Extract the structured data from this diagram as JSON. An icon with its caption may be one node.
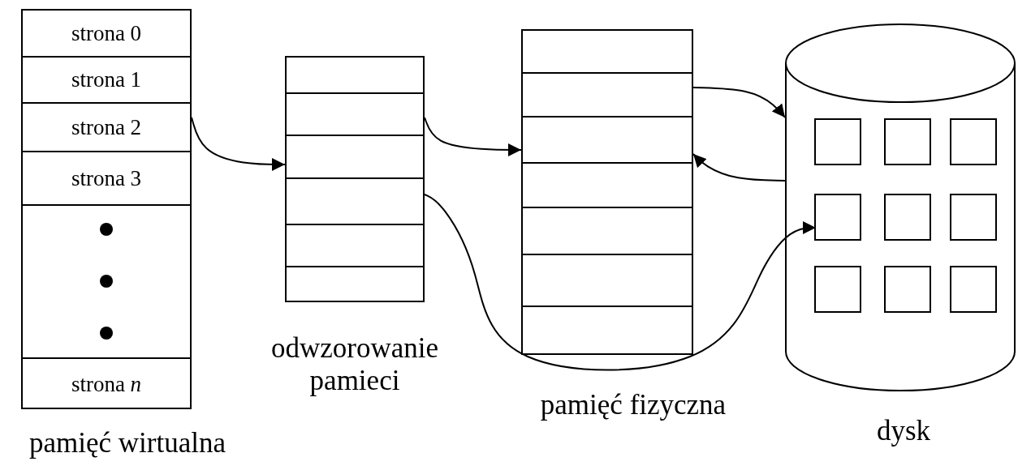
{
  "diagram": {
    "nodes": [
      {
        "text": [],
        "shape": "box",
        "beside": [
          "pamięć wirtualna"
        ]
      },
      {
        "text": [
          "strona 0"
        ],
        "in": 0
      },
      {
        "text": [
          "strona 1"
        ],
        "in": 0
      },
      {
        "text": [
          "strona 2"
        ],
        "in": 0
      },
      {
        "text": [
          "strona 3"
        ],
        "in": 0
      },
      {
        "text": [],
        "shape": "box",
        "in": 0
      },
      {
        "text": [
          "strona *n*"
        ],
        "in": 0
      },
      {
        "text": [],
        "shape": "box",
        "beside": [
          "odwzorowanie pamieci"
        ]
      },
      {
        "text": [],
        "shape": "box",
        "in": 7
      },
      {
        "text": [],
        "shape": "box",
        "in": 7
      },
      {
        "text": [],
        "shape": "box",
        "in": 7
      },
      {
        "text": [],
        "shape": "box",
        "in": 7
      },
      {
        "text": [],
        "shape": "box",
        "in": 7
      },
      {
        "text": [],
        "shape": "box",
        "in": 7
      },
      {
        "text": [],
        "shape": "box",
        "beside": [
          "pamięć fizyczna"
        ]
      },
      {
        "text": [],
        "shape": "box",
        "in": 14
      },
      {
        "text": [],
        "shape": "box",
        "in": 14
      },
      {
        "text": [],
        "shape": "box",
        "in": 14
      },
      {
        "text": [],
        "shape": "box",
        "in": 14
      },
      {
        "text": [],
        "shape": "box",
        "in": 14
      },
      {
        "text": [],
        "shape": "box",
        "in": 14
      },
      {
        "text": [],
        "shape": "box",
        "in": 14
      },
      {
        "text": [],
        "shape": "cylinder",
        "beside": [
          "dysk"
        ]
      },
      {
        "text": [],
        "shape": "box",
        "in": 22
      },
      {
        "text": [],
        "shape": "box",
        "in": 22
      },
      {
        "text": [],
        "shape": "box",
        "in": 22
      },
      {
        "text": [],
        "shape": "box",
        "in": 22
      },
      {
        "text": [],
        "shape": "box",
        "in": 22
      },
      {
        "text": [],
        "shape": "box",
        "in": 22
      },
      {
        "text": [],
        "shape": "box",
        "in": 22
      },
      {
        "text": [],
        "shape": "box",
        "in": 22
      },
      {
        "text": [],
        "shape": "box",
        "in": 22
      }
    ],
    "edges": [
      {
        "from": 3,
        "to": 10,
        "arrow": "to"
      },
      {
        "from": 9,
        "to": 17,
        "arrow": "to"
      },
      {
        "from": 11,
        "to": 26,
        "arrow": "to"
      },
      {
        "from": 16,
        "to": 22,
        "arrow": "to"
      },
      {
        "from": 22,
        "to": 17,
        "arrow": "to"
      }
    ]
  }
}
